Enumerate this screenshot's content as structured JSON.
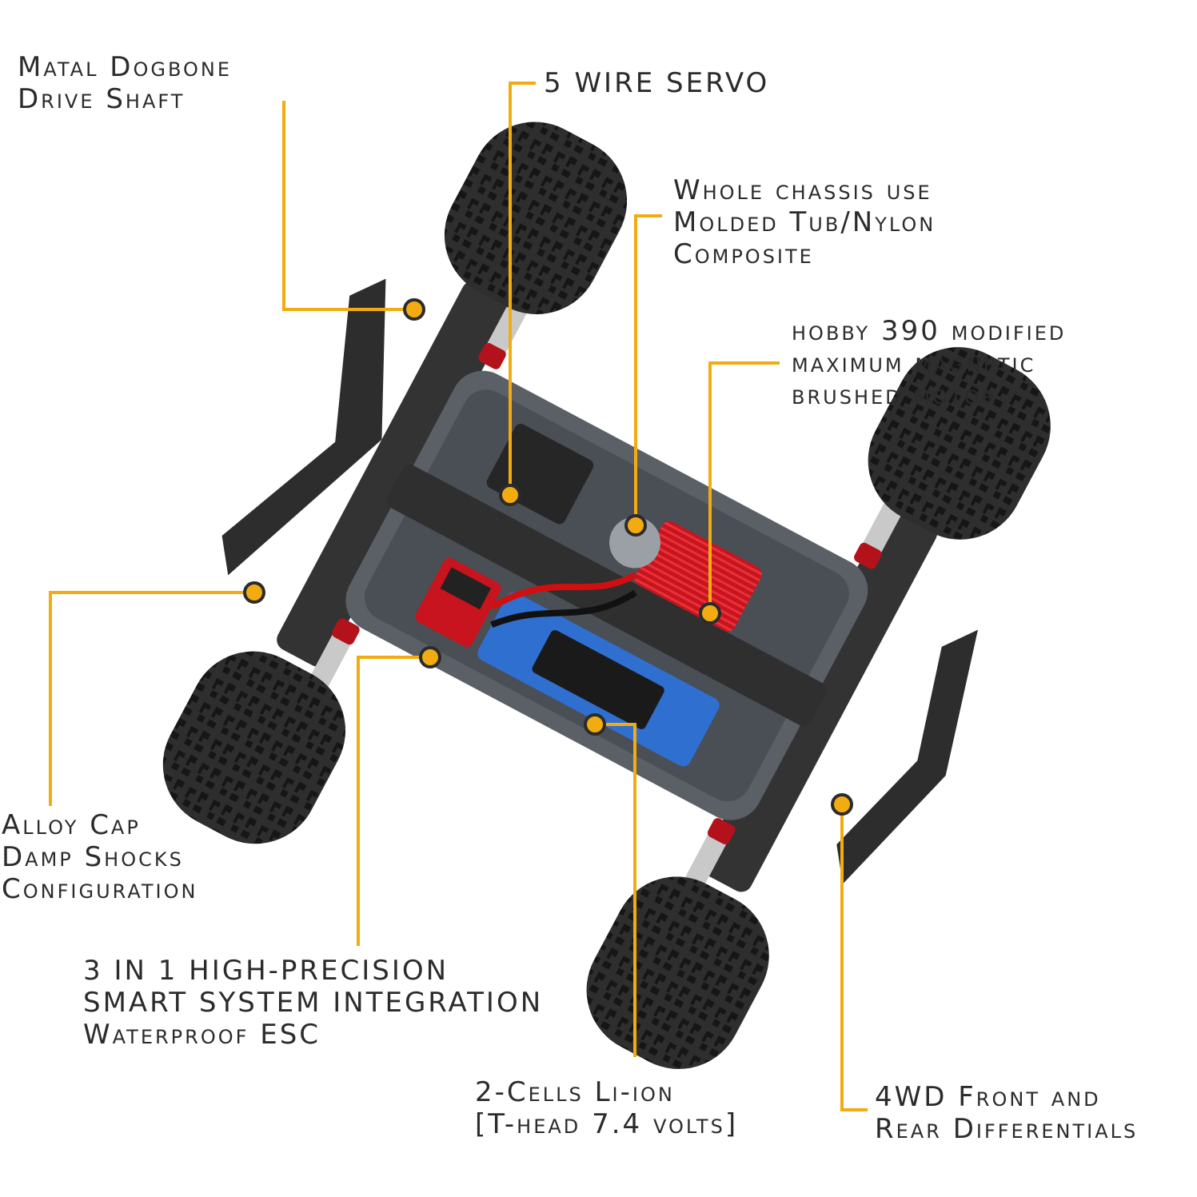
{
  "colors": {
    "leader": "#f2ac12",
    "tire": "#2e2e2e",
    "chassis": "#3a3a3a",
    "tub": "#5b5f66",
    "motor": "#c8141e",
    "battery": "#2f6fd0",
    "shock_spring": "#c9c9c9",
    "shock_cap": "#b3121b"
  },
  "callouts": {
    "dogbone": {
      "lines": [
        "Matal Dogbone",
        "Drive Shaft"
      ]
    },
    "servo": {
      "lines": [
        "5 WIRE SERVO"
      ]
    },
    "chassis": {
      "lines": [
        "Whole chassis use",
        "Molded Tub/Nylon",
        "Composite"
      ]
    },
    "motor": {
      "lines": [
        "hobby 390 modified",
        "maximum magnetic",
        "brushed motor"
      ]
    },
    "shocks": {
      "lines": [
        "Alloy Cap",
        "Damp Shocks",
        "Configuration"
      ]
    },
    "esc": {
      "lines": [
        "3 IN 1 HIGH-PRECISION",
        "SMART SYSTEM INTEGRATION",
        "Waterproof ESC"
      ]
    },
    "battery": {
      "lines": [
        "2-Cells Li-ion",
        "[T-head 7.4 volts]"
      ]
    },
    "differentials": {
      "lines": [
        "4WD Front and",
        "Rear Differentials"
      ]
    }
  }
}
